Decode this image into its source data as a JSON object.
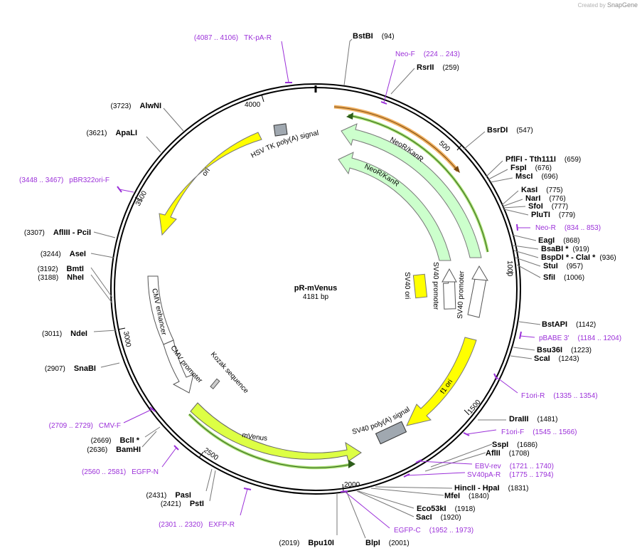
{
  "watermark": {
    "prefix": "Created by",
    "brand": "SnapGene"
  },
  "plasmid": {
    "name": "pR-mVenus",
    "size": "4181 bp"
  },
  "ticks": [
    "500",
    "1000",
    "1500",
    "2000",
    "2500",
    "3000",
    "3500",
    "4000"
  ],
  "features": {
    "hsv_tk_polya": "HSV TK poly(A) signal",
    "ori": "ori",
    "neor_1": "NeoR/KanR",
    "neor_2": "NeoR/KanR",
    "sv40_ori": "SV40 ori",
    "sv40_promoter_1": "SV40 promoter",
    "sv40_promoter_2": "SV40 promoter",
    "cmv_enhancer": "CMV enhancer",
    "cmv_promoter": "CMV promoter",
    "kozak": "Kozak sequence",
    "mvenus": "mVenus",
    "sv40_polya": "SV40 poly(A) signal",
    "f1_ori": "f1 ori"
  },
  "sites_right": [
    {
      "name": "BstBI",
      "pos": "(94)"
    },
    {
      "name": "RsrII",
      "pos": "(259)"
    },
    {
      "name": "BsrDI",
      "pos": "(547)"
    },
    {
      "name": "PflFI",
      "suffix": " - Tth111I",
      "pos": "(659)"
    },
    {
      "name": "FspI",
      "pos": "(676)"
    },
    {
      "name": "MscI",
      "pos": "(696)"
    },
    {
      "name": "KasI",
      "pos": "(775)"
    },
    {
      "name": "NarI",
      "pos": "(776)"
    },
    {
      "name": "SfoI",
      "pos": "(777)"
    },
    {
      "name": "PluTI",
      "pos": "(779)"
    },
    {
      "name": "EagI",
      "pos": "(868)"
    },
    {
      "name": "BsaBI *",
      "pos": "(919)"
    },
    {
      "name": "BspDI *",
      "suffix": " - ClaI *",
      "pos": "(936)"
    },
    {
      "name": "StuI",
      "pos": "(957)"
    },
    {
      "name": "SfiI",
      "pos": "(1006)"
    },
    {
      "name": "BstAPI",
      "pos": "(1142)"
    },
    {
      "name": "Bsu36I",
      "pos": "(1223)"
    },
    {
      "name": "ScaI",
      "pos": "(1243)"
    },
    {
      "name": "DraIII",
      "pos": "(1481)"
    },
    {
      "name": "SspI",
      "pos": "(1686)"
    },
    {
      "name": "AflII",
      "pos": "(1708)"
    },
    {
      "name": "HincII",
      "suffix": " - HpaI",
      "pos": "(1831)"
    },
    {
      "name": "MfeI",
      "pos": "(1840)"
    },
    {
      "name": "Eco53kI",
      "pos": "(1918)"
    },
    {
      "name": "SacI",
      "pos": "(1920)"
    },
    {
      "name": "BlpI",
      "pos": "(2001)"
    },
    {
      "name": "Bpu10I",
      "pos": "(2019)"
    }
  ],
  "sites_left": [
    {
      "name": "AlwNI",
      "pos": "(3723)"
    },
    {
      "name": "ApaLI",
      "pos": "(3621)"
    },
    {
      "name": "AflIII",
      "suffix": " - PciI",
      "pos": "(3307)"
    },
    {
      "name": "AseI",
      "pos": "(3244)"
    },
    {
      "name": "BmtI",
      "pos": "(3192)"
    },
    {
      "name": "NheI",
      "pos": "(3188)"
    },
    {
      "name": "NdeI",
      "pos": "(3011)"
    },
    {
      "name": "SnaBI",
      "pos": "(2907)"
    },
    {
      "name": "BclI *",
      "pos": "(2669)"
    },
    {
      "name": "BamHI",
      "pos": "(2636)"
    },
    {
      "name": "PasI",
      "pos": "(2431)"
    },
    {
      "name": "PstI",
      "pos": "(2421)"
    }
  ],
  "primers": [
    {
      "name": "TK-pA-R",
      "range": "(4087 .. 4106)"
    },
    {
      "name": "Neo-F",
      "range": "(224 .. 243)"
    },
    {
      "name": "Neo-R",
      "range": "(834 .. 853)"
    },
    {
      "name": "pBABE 3'",
      "range": "(1184 .. 1204)"
    },
    {
      "name": "F1ori-R",
      "range": "(1335 .. 1354)"
    },
    {
      "name": "F1ori-F",
      "range": "(1545 .. 1566)"
    },
    {
      "name": "EBV-rev",
      "range": "(1721 .. 1740)"
    },
    {
      "name": "SV40pA-R",
      "range": "(1775 .. 1794)"
    },
    {
      "name": "EGFP-C",
      "range": "(1952 .. 1973)"
    },
    {
      "name": "EXFP-R",
      "range": "(2301 .. 2320)"
    },
    {
      "name": "EGFP-N",
      "range": "(2560 .. 2581)"
    },
    {
      "name": "CMV-F",
      "range": "(2709 .. 2729)"
    },
    {
      "name": "pBR322ori-F",
      "range": "(3448 .. 3467)"
    }
  ],
  "colors": {
    "backbone": "#000000",
    "yellow": "#ffff00",
    "green_light": "#ccffcc",
    "mvenus": "#ddff44",
    "primer": "#9b30d9",
    "orange": "#f0b060",
    "dark_green": "#2e7d32"
  }
}
